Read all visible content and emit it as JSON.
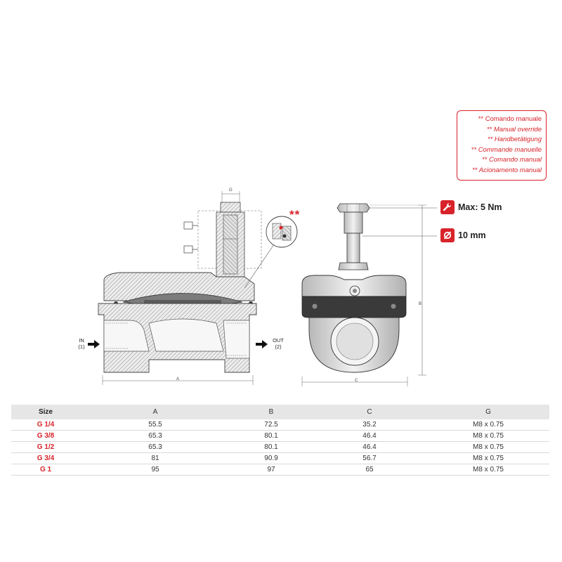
{
  "legend": {
    "lines": [
      "** Comando manuale",
      "** Manual override",
      "** Handbetätigung",
      "** Commande manuelle",
      "** Comando manual",
      "** Acionamento manual"
    ]
  },
  "specs": {
    "torque_label": "Max: 5 Nm",
    "diameter_label": "10 mm",
    "torque_icon": "wrench-icon",
    "diameter_icon": "diameter-icon"
  },
  "diagram": {
    "double_asterisk": "**",
    "dim_a": "A",
    "dim_b": "B",
    "dim_c": "C",
    "dim_g": "G",
    "port_in": "IN",
    "port_in_num": "(1)",
    "port_out": "OUT",
    "port_out_num": "(2)"
  },
  "table": {
    "headers": [
      "Size",
      "A",
      "B",
      "C",
      "G"
    ],
    "rows": [
      [
        "G 1/4",
        "55.5",
        "72.5",
        "35.2",
        "M8 x 0.75"
      ],
      [
        "G 3/8",
        "65.3",
        "80.1",
        "46.4",
        "M8 x 0.75"
      ],
      [
        "G 1/2",
        "65.3",
        "80.1",
        "46.4",
        "M8 x 0.75"
      ],
      [
        "G 3/4",
        "81",
        "90.9",
        "56.7",
        "M8 x 0.75"
      ],
      [
        "G 1",
        "95",
        "97",
        "65",
        "M8 x 0.75"
      ]
    ]
  },
  "colors": {
    "accent": "#d8232a",
    "table_header": "#e6e6e6",
    "hatch": "#9a9a9a"
  }
}
